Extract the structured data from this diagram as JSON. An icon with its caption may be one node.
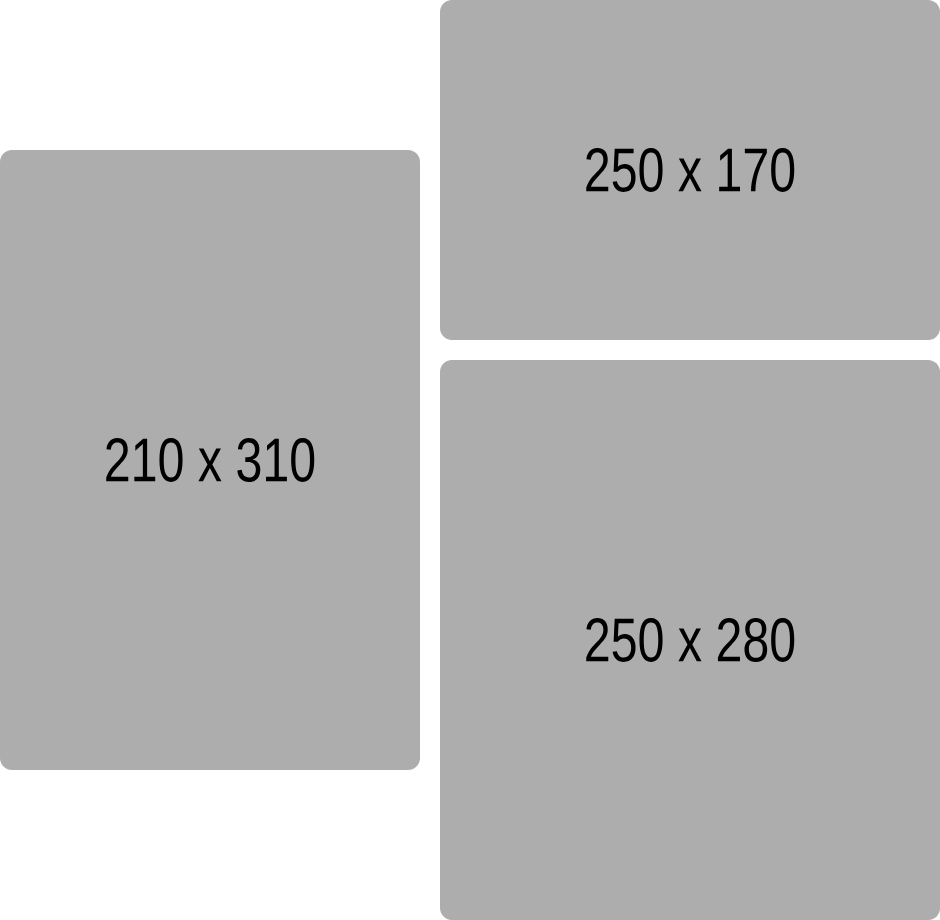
{
  "diagram": {
    "nodes": [
      {
        "text": [
          "210 x 310"
        ]
      },
      {
        "text": [
          "250 x 170"
        ]
      },
      {
        "text": [
          "250 x 280"
        ]
      }
    ]
  }
}
